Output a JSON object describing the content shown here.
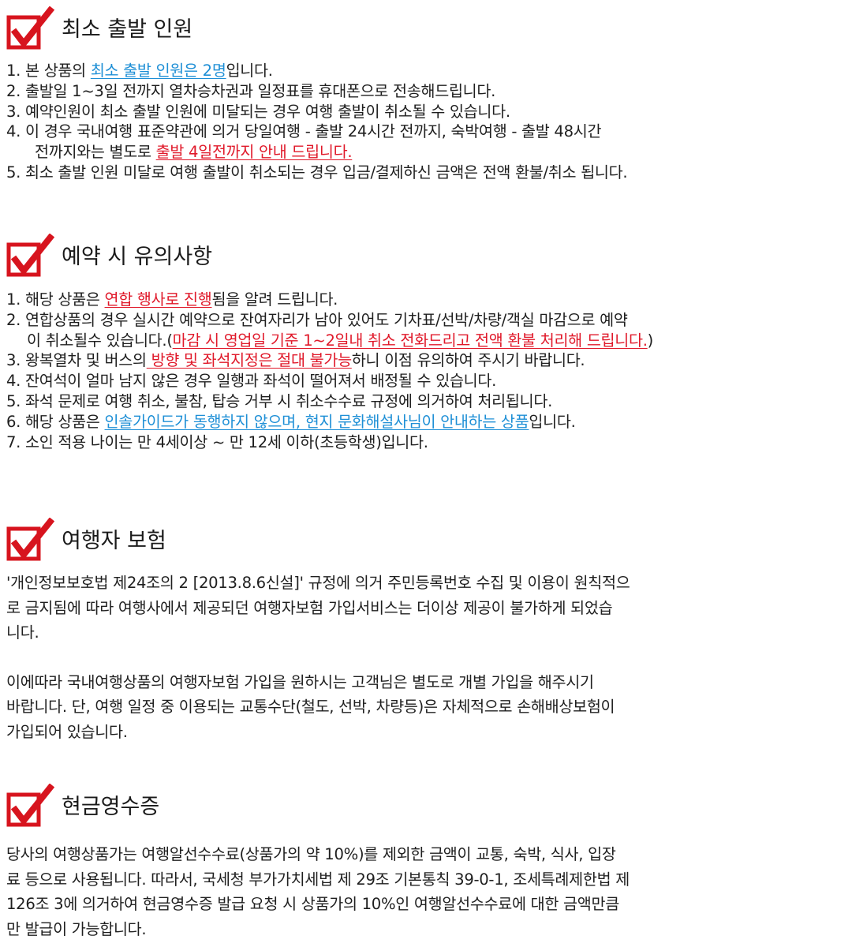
{
  "colors": {
    "check_red": "#d7141e",
    "link_blue": "#1e8fd6",
    "alert_red": "#e0192a",
    "text": "#1f1f1f"
  },
  "sections": [
    {
      "icon": "checkmark-box-icon",
      "title": "최소 출발 인원",
      "items": [
        {
          "num": "1.",
          "pre": "본 상품의 ",
          "hl_blue": "최소 출발 인원은 2명",
          "post": "입니다."
        },
        {
          "num": "2.",
          "text": "출발일 1~3일 전까지 열차승차권과 일정표를 휴대폰으로 전송해드립니다."
        },
        {
          "num": "3.",
          "text": "예약인원이 최소 출발 인원에 미달되는 경우 여행 출발이 취소될 수 있습니다."
        },
        {
          "num": "4.",
          "text": "이 경우 국내여행 표준약관에 의거 당일여행 - 출발 24시간 전까지, 숙박여행 - 출발 48시간",
          "cont_pre": "전까지와는 별도로 ",
          "cont_hl_red": "출발 4일전까지 안내 드립니다."
        },
        {
          "num": "5.",
          "text": "최소 출발 인원 미달로 여행 출발이 취소되는 경우 입금/결제하신 금액은 전액 환불/취소 됩니다."
        }
      ]
    },
    {
      "icon": "checkmark-box-icon",
      "title": "예약 시 유의사항",
      "items": [
        {
          "num": "1.",
          "pre": "해당 상품은 ",
          "hl_red": "연합 행사로 진행",
          "post": "됨을 알려 드립니다."
        },
        {
          "num": "2.",
          "text": "연합상품의 경우 실시간 예약으로 잔여자리가 남아 있어도 기차표/선박/차량/객실 마감으로 예약",
          "cont_pre": "이 취소될수 있습니다.(",
          "cont_hl_red": "마감 시 영업일 기준 1~2일내 취소 전화드리고 전액 환불 처리해 드립니다.",
          "cont_post": ")"
        },
        {
          "num": "3.",
          "pre": "왕복열차 및 버스의",
          "hl_red": " 방향 및 좌석지정은 절대 불가능",
          "post": "하니 이점 유의하여 주시기 바랍니다."
        },
        {
          "num": "4.",
          "text": "잔여석이 얼마 남지 않은 경우 일행과 좌석이 떨어져서 배정될 수 있습니다."
        },
        {
          "num": "5.",
          "text": "좌석 문제로 여행 취소, 불참, 탑승 거부 시 취소수수료 규정에 의거하여 처리됩니다."
        },
        {
          "num": "6.",
          "pre": "해당 상품은 ",
          "hl_blue": "인솔가이드가 동행하지 않으며, 현지 문화해설사님이 안내하는 상품",
          "post": "입니다."
        },
        {
          "num": "7.",
          "text": "소인 적용 나이는 만 4세이상 ~ 만 12세 이하(초등학생)입니다."
        }
      ]
    },
    {
      "icon": "checkmark-box-icon",
      "title": "여행자 보험",
      "paragraphs": [
        [
          "'개인정보보호법 제24조의 2 [2013.8.6신설]' 규정에 의거 주민등록번호 수집 및 이용이 원칙적으",
          "로 금지됨에 따라 여행사에서 제공되던 여행자보험 가입서비스는 더이상 제공이 불가하게 되었습",
          "니다."
        ],
        [
          "이에따라 국내여행상품의 여행자보험 가입을 원하시는 고객님은 별도로 개별 가입을 해주시기",
          "바랍니다. 단, 여행 일정 중 이용되는 교통수단(철도, 선박, 차량등)은 자체적으로 손해배상보험이",
          "가입되어 있습니다."
        ]
      ]
    },
    {
      "icon": "checkmark-box-icon",
      "title": "현금영수증",
      "paragraphs": [
        [
          "당사의 여행상품가는 여행알선수수료(상품가의 약 10%)를 제외한 금액이 교통, 숙박, 식사, 입장",
          "료 등으로 사용됩니다. 따라서, 국세청 부가가치세법 제 29조 기본통칙 39-0-1, 조세특례제한법 제",
          "126조 3에 의거하여 현금영수증 발급 요청 시 상품가의 10%인 여행알선수수료에 대한 금액만큼",
          "만 발급이 가능합니다."
        ]
      ]
    }
  ]
}
